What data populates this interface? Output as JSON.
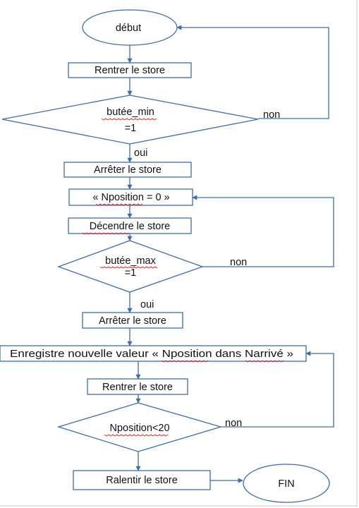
{
  "flowchart": {
    "start": "début",
    "step_retract_1": "Rentrer le store",
    "decision_min_line1": "butée_min",
    "decision_min_line2": "=1",
    "no_label_1": "non",
    "yes_label_1": "oui",
    "step_stop_1": "Arrêter le store",
    "step_init_position": "« Nposition = 0 »",
    "step_lower": "Décendre le store",
    "decision_max_line1": "butée_max",
    "decision_max_line2": "=1",
    "no_label_2": "non",
    "yes_label_2": "oui",
    "step_stop_2": "Arrêter le store",
    "step_save": "Enregistre nouvelle valeur « Nposition dans Narrivé »",
    "step_retract_2": "Rentrer le store",
    "decision_position": "Nposition<20",
    "no_label_3": "non",
    "step_slow": "Ralentir le store",
    "end": "FIN"
  },
  "colors": {
    "stroke": "#3e6da8",
    "text": "#111111",
    "spellcheck_underline": "#d22020"
  }
}
